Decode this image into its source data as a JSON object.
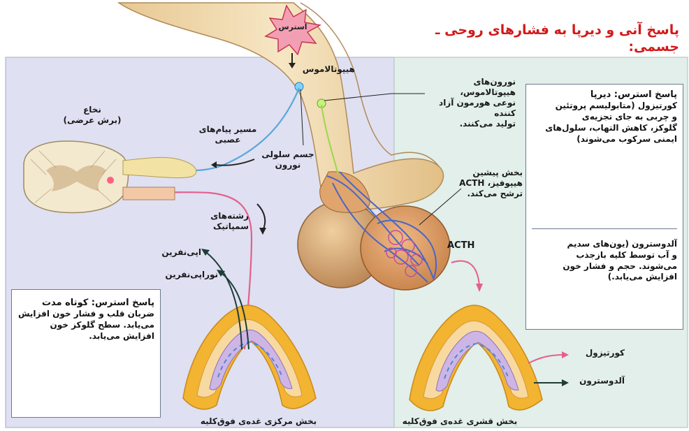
{
  "title": "پاسخ آنی و دیرپا به فشارهای روحی ـ جسمی:",
  "stress_burst": "استرس",
  "labels": {
    "hypothalamus": "هیپوتالاموس",
    "hypothalamic_neurons_l1": "نورون‌های هیپوتالاموس،",
    "hypothalamic_neurons_l2": "نوعی هورمون آزاد کننده",
    "hypothalamic_neurons_l3": "تولید می‌کنند.",
    "spinal_cord_l1": "نخاع",
    "spinal_cord_l2": "(برش عرضی)",
    "nerve_path_l1": "مسیر پیام‌های",
    "nerve_path_l2": "عصبی",
    "cell_body_l1": "جسم سلولی",
    "cell_body_l2": "نورون",
    "sympathetic_fibers": "رشته‌های سمپاتیک",
    "epinephrine": "اپی‌نفرین",
    "norepinephrine": "نوراپی‌نفرین",
    "anterior_pituitary_l1": "بخش پیشین",
    "anterior_pituitary_l2": "هیپوفیز، ACTH",
    "anterior_pituitary_l3": "ترشح می‌کند.",
    "acth": "ACTH",
    "cortisol": "کورتیزول",
    "aldosterone": "آلدوسترون",
    "adrenal_medulla": "بخش مرکزی غده‌ی فوق‌کلیه",
    "adrenal_cortex": "بخش قشری غده‌ی فوق‌کلیه"
  },
  "boxes": {
    "short_term": [
      "پاسخ استرس: کوتاه مدت",
      "ضربان قلب و فشار خون افزایش",
      "می‌یابد. سطح گلوکز خون",
      "افزایش می‌یابد."
    ],
    "long_term_cortisol": [
      "پاسخ استرس: دیرپا",
      "کورتیزول (متابولیسم پروتئین",
      "و چربی به جای تجزیه‌ی",
      "گلوکز، کاهش التهاب، سلول‌های",
      "ایمنی سرکوب می‌شوند)"
    ],
    "long_term_aldosterone": [
      "آلدوسترون (یون‌های سدیم",
      "و آب توسط کلیه بازجذب",
      "می‌شوند. حجم و فشار خون",
      "افزایش می‌یابد.)"
    ]
  },
  "colors": {
    "title": "#d21a1a",
    "left_panel": "#dfe0f2",
    "right_panel": "#e2efea",
    "brain": "#f2dcb0",
    "pituitary": "#e3a76b",
    "adrenal_cortex": "#f2b431",
    "adrenal_medulla": "#cdb6e6",
    "nerve_blue": "#5aa8d8",
    "nerve_pink": "#e4608a",
    "vessel_blue": "#4866c8"
  }
}
